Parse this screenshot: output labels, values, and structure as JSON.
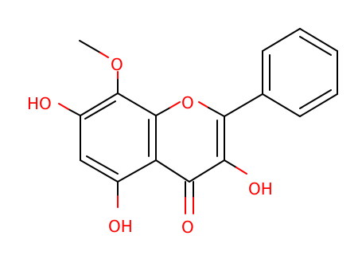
{
  "molecule": {
    "labels": {
      "methoxy_o": "O",
      "oh_7": "HO",
      "ring_o": "O",
      "oh_3": "OH",
      "oh_5": "OH",
      "carbonyl_o": "O"
    },
    "colors": {
      "bond": "#000000",
      "heteroatom": "#ff0000",
      "background": "#ffffff"
    }
  }
}
